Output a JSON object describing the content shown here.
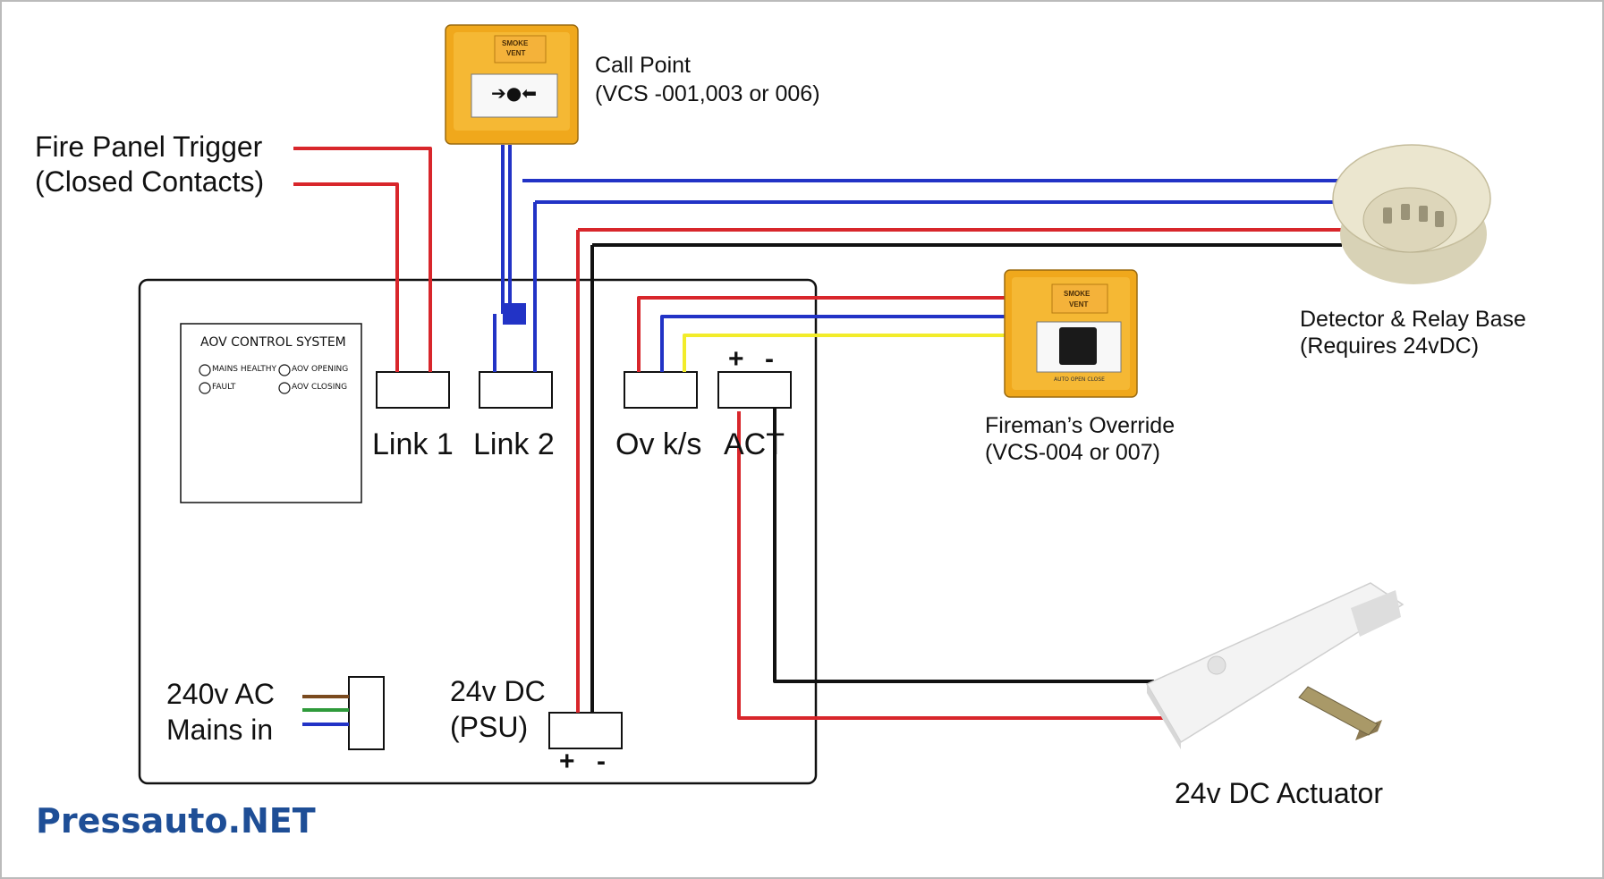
{
  "fire_panel": {
    "line1": "Fire Panel Trigger",
    "line2": "(Closed Contacts)"
  },
  "call_point": {
    "title": "Call Point",
    "models": "(VCS -001,003 or 006)",
    "face_label_1": "SMOKE",
    "face_label_2": "VENT",
    "face_symbol": "➔●⬅"
  },
  "detector": {
    "title": "Detector & Relay Base",
    "note": "(Requires 24vDC)"
  },
  "override": {
    "title": "Fireman’s Override",
    "models": "(VCS-004 or 007)",
    "face_label_1": "SMOKE",
    "face_label_2": "VENT",
    "switch_positions": "AUTO  OPEN  CLOSE"
  },
  "control_panel": {
    "title": "AOV CONTROL SYSTEM",
    "indicators": [
      "MAINS HEALTHY",
      "AOV OPENING",
      "FAULT",
      "AOV CLOSING"
    ]
  },
  "terminals": {
    "link1": "Link 1",
    "link2": "Link 2",
    "ovks": "Ov k/s",
    "act": "ACT"
  },
  "act_polarity": {
    "plus": "+",
    "minus": "-"
  },
  "mains": {
    "line1": "240v AC",
    "line2": "Mains in"
  },
  "psu": {
    "line1": "24v DC",
    "line2": "(PSU)",
    "plus": "+",
    "minus": "-"
  },
  "actuator": {
    "title": "24v DC Actuator"
  },
  "brand": "Pressauto.NET",
  "colors": {
    "red": "#d8262b",
    "blue": "#2233c6",
    "black": "#111111",
    "yellow": "#f2ec2a",
    "brown": "#7a4a1e",
    "green": "#2e9a3a",
    "device_orange": "#f0a81c"
  }
}
